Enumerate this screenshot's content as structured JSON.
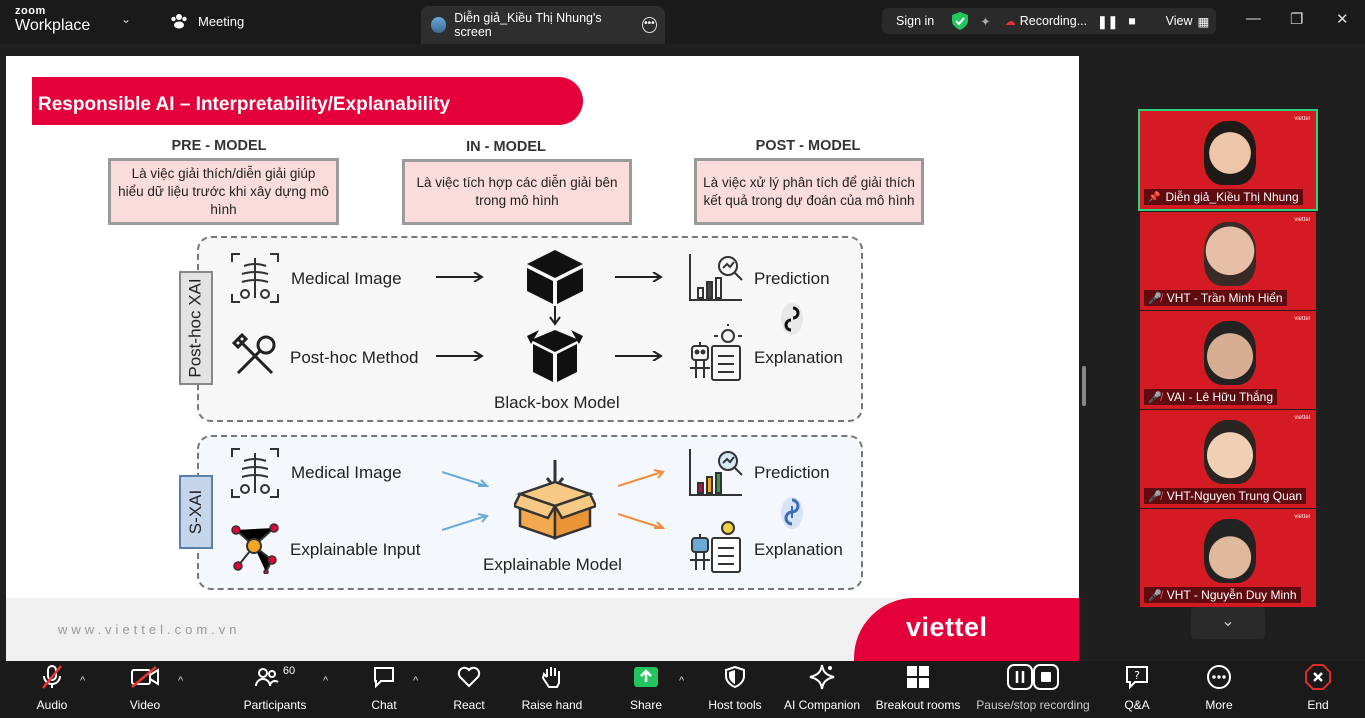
{
  "app": {
    "brand_small": "zoom",
    "brand_large": "Workplace",
    "meeting_label": "Meeting"
  },
  "share_tab": {
    "label": "Diễn giả_Kiều Thị Nhung's screen"
  },
  "top_right": {
    "sign_in": "Sign in",
    "recording": "Recording...",
    "view": "View"
  },
  "slide": {
    "title": "Responsible AI – Interpretability/Explanability",
    "columns": [
      {
        "head": "PRE - MODEL",
        "desc": "Là việc giải thích/diễn giải giúp hiểu dữ liệu trước khi xây dựng mô hình"
      },
      {
        "head": "IN - MODEL",
        "desc": "Là việc tích hợp các diễn giải bên trong mô hình"
      },
      {
        "head": "POST - MODEL",
        "desc": "Là việc xử lý phân tích để giải thích kết quả trong dự đoán của mô hình"
      }
    ],
    "posthoc": {
      "side": "Post-hoc XAI",
      "input1": "Medical Image",
      "input2": "Post-hoc Method",
      "model": "Black-box Model",
      "out1": "Prediction",
      "out2": "Explanation"
    },
    "sxai": {
      "side": "S-XAI",
      "input1": "Medical Image",
      "input2": "Explainable Input",
      "model": "Explainable Model",
      "out1": "Prediction",
      "out2": "Explanation"
    },
    "footer_url": "www.viettel.com.vn",
    "footer_logo": "viettel"
  },
  "participants": [
    {
      "name": "Diễn giả_Kiều Thị Nhung",
      "brand": "viettel"
    },
    {
      "name": "VHT - Trần Minh Hiển",
      "brand": "viettel"
    },
    {
      "name": "VAI - Lê Hữu Thắng",
      "brand": "viettel"
    },
    {
      "name": "VHT-Nguyen Trung Quan",
      "brand": "viettel"
    },
    {
      "name": "VHT - Nguyễn Duy Minh",
      "brand": "viettel"
    }
  ],
  "toolbar": {
    "audio": "Audio",
    "video": "Video",
    "participants": "Participants",
    "participants_count": "60",
    "chat": "Chat",
    "react": "React",
    "raise_hand": "Raise hand",
    "share": "Share",
    "host_tools": "Host tools",
    "ai_companion": "AI Companion",
    "breakout": "Breakout rooms",
    "pause_recording": "Pause/stop recording",
    "qa": "Q&A",
    "more": "More",
    "end": "End"
  },
  "colors": {
    "accent_red": "#e4003a",
    "share_green": "#22c55e",
    "end_red": "#e02b2b",
    "active_green": "#2fd27a"
  }
}
